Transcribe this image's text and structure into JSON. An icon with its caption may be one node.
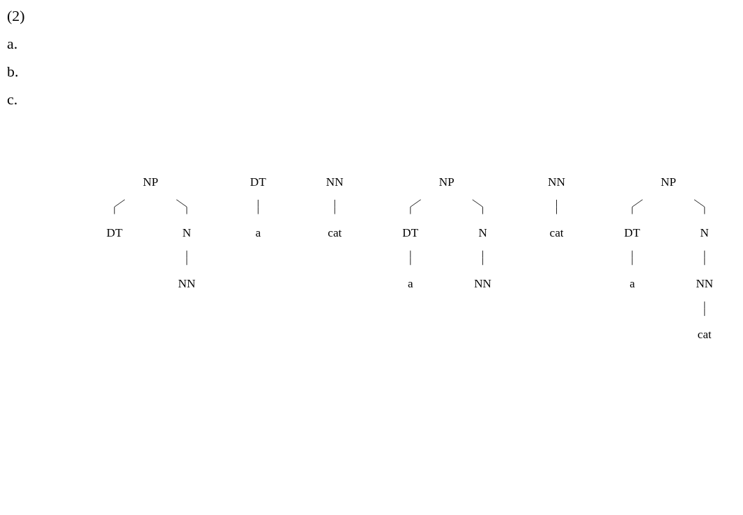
{
  "diagram": {
    "nodes": [
      {
        "text": [
          "NP"
        ]
      },
      {
        "text": [
          "DT"
        ]
      },
      {
        "text": [
          "N"
        ]
      },
      {
        "text": [
          "NN"
        ]
      },
      {
        "text": [
          "DT"
        ]
      },
      {
        "text": [
          "a"
        ]
      },
      {
        "text": [
          "NN"
        ]
      },
      {
        "text": [
          "cat"
        ]
      },
      {
        "text": [
          "NP"
        ]
      },
      {
        "text": [
          "DT"
        ]
      },
      {
        "text": [
          "N"
        ]
      },
      {
        "text": [
          "a"
        ]
      },
      {
        "text": [
          "NN"
        ]
      },
      {
        "text": [
          "NN"
        ]
      },
      {
        "text": [
          "cat"
        ]
      },
      {
        "text": [
          "NP"
        ]
      },
      {
        "text": [
          "DT"
        ]
      },
      {
        "text": [
          "N"
        ]
      },
      {
        "text": [
          "a"
        ]
      },
      {
        "text": [
          "NN"
        ]
      },
      {
        "text": [
          "cat"
        ]
      }
    ],
    "edges": [
      {
        "from": 0,
        "to": 1,
        "arrow": "none"
      },
      {
        "from": 0,
        "to": 2,
        "arrow": "none"
      },
      {
        "from": 2,
        "to": 3,
        "arrow": "none"
      },
      {
        "from": 4,
        "to": 5,
        "arrow": "none"
      },
      {
        "from": 6,
        "to": 7,
        "arrow": "none"
      },
      {
        "from": 8,
        "to": 9,
        "arrow": "none"
      },
      {
        "from": 8,
        "to": 10,
        "arrow": "none"
      },
      {
        "from": 9,
        "to": 11,
        "arrow": "none"
      },
      {
        "from": 10,
        "to": 12,
        "arrow": "none"
      },
      {
        "from": 13,
        "to": 14,
        "arrow": "none"
      },
      {
        "from": 15,
        "to": 16,
        "arrow": "none"
      },
      {
        "from": 15,
        "to": 17,
        "arrow": "none"
      },
      {
        "from": 16,
        "to": 18,
        "arrow": "none"
      },
      {
        "from": 17,
        "to": 19,
        "arrow": "none"
      },
      {
        "from": 19,
        "to": 20,
        "arrow": "none"
      }
    ],
    "labels": [
      "(2)",
      "a.",
      "b.",
      "c."
    ]
  }
}
